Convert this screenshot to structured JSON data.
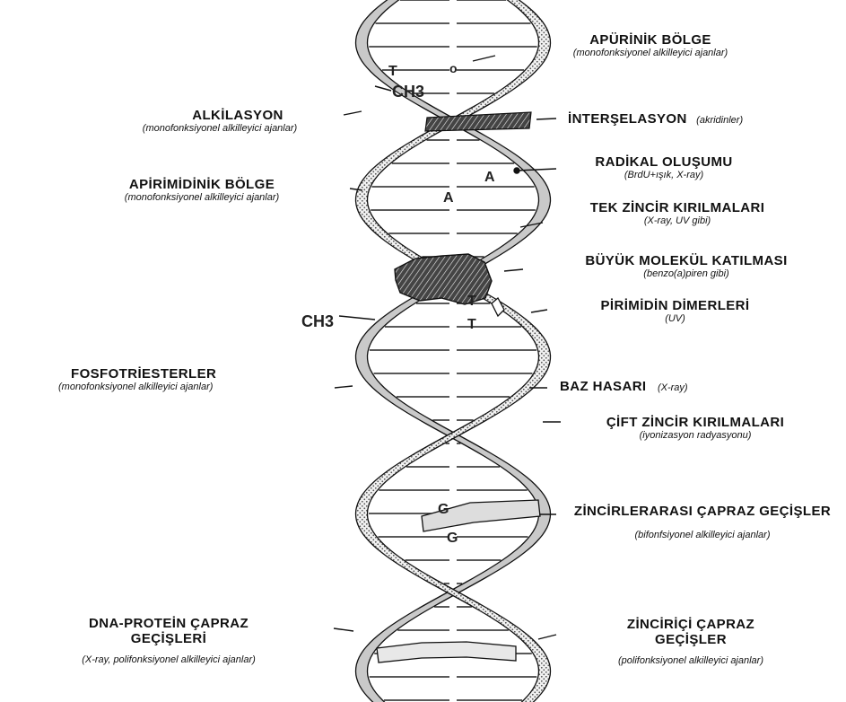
{
  "helix_letters": {
    "t_top": "T",
    "o_top": "o",
    "ch3_top": "CH3",
    "a1": "A",
    "a2": "A",
    "t_mid1": "T",
    "t_mid2": "T",
    "ch3_left": "CH3",
    "g1": "G",
    "g2": "G"
  },
  "right_labels": [
    {
      "title": "APÜRİNİK BÖLGE",
      "sub": "(monofonksiyonel alkilleyici ajanlar)"
    },
    {
      "title": "İNTERŞELASYON",
      "sub": "(akridinler)"
    },
    {
      "title": "RADİKAL OLUŞUMU",
      "sub": "(BrdU+ışık, X-ray)"
    },
    {
      "title": "TEK ZİNCİR KIRILMALARI",
      "sub": "(X-ray, UV gibi)"
    },
    {
      "title": "BÜYÜK MOLEKÜL KATILMASI",
      "sub": "(benzo(a)piren gibi)"
    },
    {
      "title": "PİRİMİDİN DİMERLERİ",
      "sub": "(UV)"
    },
    {
      "title": "BAZ HASARI",
      "sub": "(X-ray)"
    },
    {
      "title": "ÇİFT ZİNCİR KIRILMALARI",
      "sub": "(iyonizasyon radyasyonu)"
    },
    {
      "title": "ZİNCİRLERARASI ÇAPRAZ GEÇİŞLER",
      "sub": "(bifonfsiyonel alkilleyici ajanlar)"
    },
    {
      "title": "ZİNCİRİÇİ ÇAPRAZ GEÇİŞLER",
      "sub": "(polifonksiyonel alkilleyici ajanlar)"
    }
  ],
  "left_labels": [
    {
      "title": "ALKİLASYON",
      "sub": "(monofonksiyonel alkilleyici ajanlar)"
    },
    {
      "title": "APİRİMİDİNİK BÖLGE",
      "sub": "(monofonksiyonel alkilleyici ajanlar)"
    },
    {
      "title": "FOSFOTRİESTERLER",
      "sub": "(monofonksiyonel alkilleyici ajanlar)"
    },
    {
      "title": "DNA-PROTEİN ÇAPRAZ GEÇİŞLERİ",
      "sub": "(X-ray, polifonksiyonel alkilleyici ajanlar)"
    }
  ]
}
